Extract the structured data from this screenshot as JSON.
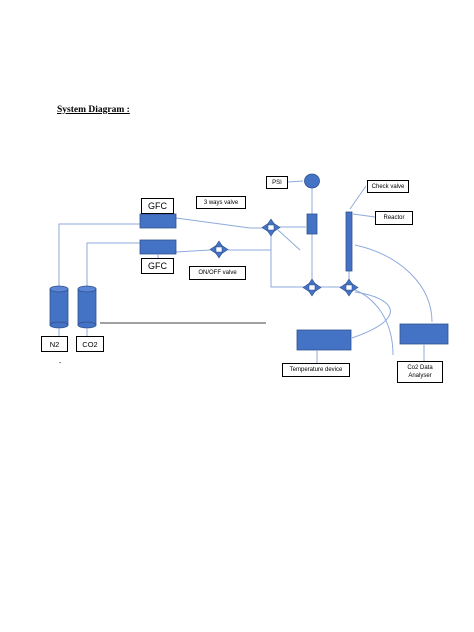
{
  "title": "System Diagram :",
  "labels": {
    "gfc_top": "GFC",
    "gfc_bottom": "GFC",
    "three_way_valve": "3 ways valve",
    "on_off_valve": "ON/OFF valve",
    "psi": "PSI",
    "check_valve": "Check valve",
    "reactor": "Reactor",
    "n2": "N2",
    "co2": "CO2",
    "temperature_device": "Temperature device",
    "co2_analyser_line1": "Co2 Data",
    "co2_analyser_line2": "Analyser"
  },
  "stray_mark": "-",
  "colors": {
    "component_fill": "#4472c4",
    "component_stroke": "#2f528f",
    "pipe": "#8faadc",
    "baseline": "#000000",
    "label_border": "#000000"
  }
}
